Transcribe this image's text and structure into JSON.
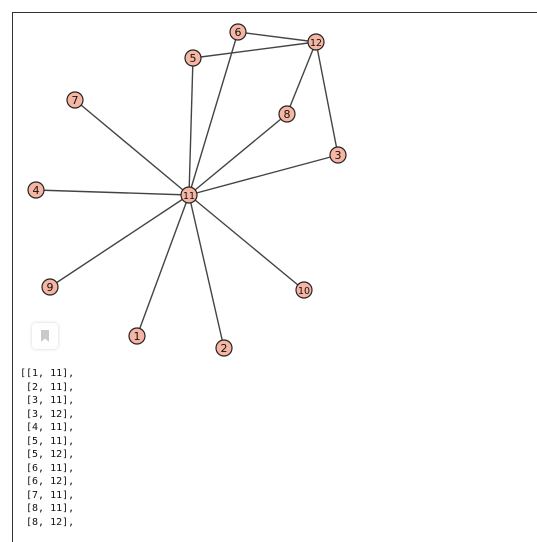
{
  "graph": {
    "nodes": [
      {
        "id": "1",
        "label": "1"
      },
      {
        "id": "2",
        "label": "2"
      },
      {
        "id": "3",
        "label": "3"
      },
      {
        "id": "4",
        "label": "4"
      },
      {
        "id": "5",
        "label": "5"
      },
      {
        "id": "6",
        "label": "6"
      },
      {
        "id": "7",
        "label": "7"
      },
      {
        "id": "8",
        "label": "8"
      },
      {
        "id": "9",
        "label": "9"
      },
      {
        "id": "10",
        "label": "10"
      },
      {
        "id": "11",
        "label": "11"
      },
      {
        "id": "12",
        "label": "12"
      }
    ],
    "edges": [
      [
        "1",
        "11"
      ],
      [
        "2",
        "11"
      ],
      [
        "3",
        "11"
      ],
      [
        "3",
        "12"
      ],
      [
        "4",
        "11"
      ],
      [
        "5",
        "11"
      ],
      [
        "5",
        "12"
      ],
      [
        "6",
        "11"
      ],
      [
        "6",
        "12"
      ],
      [
        "7",
        "11"
      ],
      [
        "8",
        "11"
      ],
      [
        "8",
        "12"
      ],
      [
        "9",
        "11"
      ],
      [
        "10",
        "11"
      ]
    ],
    "colors": {
      "node_fill": "#f6b6a3",
      "node_stroke": "#222222",
      "edge": "#444444",
      "label": "#111111"
    }
  },
  "toolbar": {
    "bookmark_icon": "bookmark-icon"
  },
  "output": {
    "lines": [
      "[[1, 11],",
      " [2, 11],",
      " [3, 11],",
      " [3, 12],",
      " [4, 11],",
      " [5, 11],",
      " [5, 12],",
      " [6, 11],",
      " [6, 12],",
      " [7, 11],",
      " [8, 11],",
      " [8, 12],"
    ]
  }
}
